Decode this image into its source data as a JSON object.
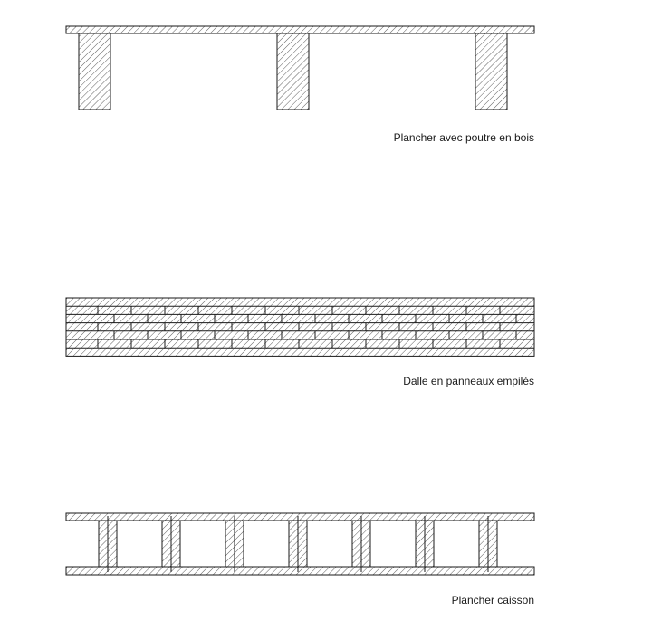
{
  "diagrams": [
    {
      "id": "timber-beam-floor",
      "caption": "Plancher avec poutre en bois"
    },
    {
      "id": "stacked-plank-slab",
      "caption": "Dalle en panneaux empilés"
    },
    {
      "id": "box-floor",
      "caption": "Plancher caisson"
    }
  ],
  "colors": {
    "line": "#1a1a1a",
    "hatch": "#333333",
    "background": "#ffffff"
  }
}
